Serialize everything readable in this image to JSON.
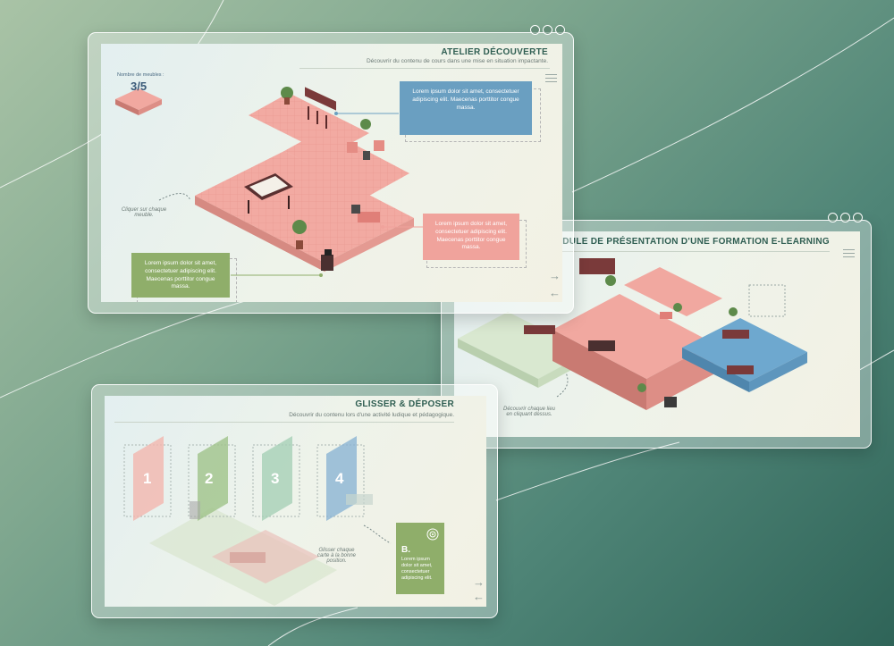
{
  "windows": {
    "atelier": {
      "title": "ATELIER DÉCOUVERTE",
      "subtitle": "Découvrir du contenu de cours dans une mise en situation impactante.",
      "counter_label": "Nombre de meubles :",
      "counter_value": "3/5",
      "card_blue": "Lorem ipsum dolor sit amet, consectetuer adipiscing elit. Maecenas porttitor congue massa.",
      "card_pink": "Lorem ipsum dolor sit amet, consectetuer adipiscing elit. Maecenas porttitor congue massa.",
      "card_green": "Lorem ipsum dolor sit amet, consectetuer adipiscing elit. Maecenas porttitor congue massa.",
      "hint": "Cliquer sur chaque meuble.",
      "next_arrow": "→",
      "prev_arrow": "←"
    },
    "module": {
      "title": "MODULE DE PRÉSENTATION D'UNE FORMATION E-LEARNING",
      "hint": "Découvrir chaque lieu en cliquant dessus."
    },
    "glisser": {
      "title": "GLISSER & DÉPOSER",
      "subtitle": "Découvrir du contenu lors d'une activité ludique et pédagogique.",
      "steps": [
        "1",
        "2",
        "3",
        "4"
      ],
      "hint": "Glisser chaque carte à la bonne position.",
      "card_letter": "B.",
      "card_text": "Lorem ipsum dolor sit amet, consectetuer adipiscing elit.",
      "next_arrow": "→",
      "prev_arrow": "←"
    }
  },
  "colors": {
    "pink_floor": "#f2a9a2",
    "blue_card": "#6a9fc1",
    "pink_card": "#f0a39c",
    "green_card": "#8fae6a",
    "title_color": "#2f5e52"
  }
}
